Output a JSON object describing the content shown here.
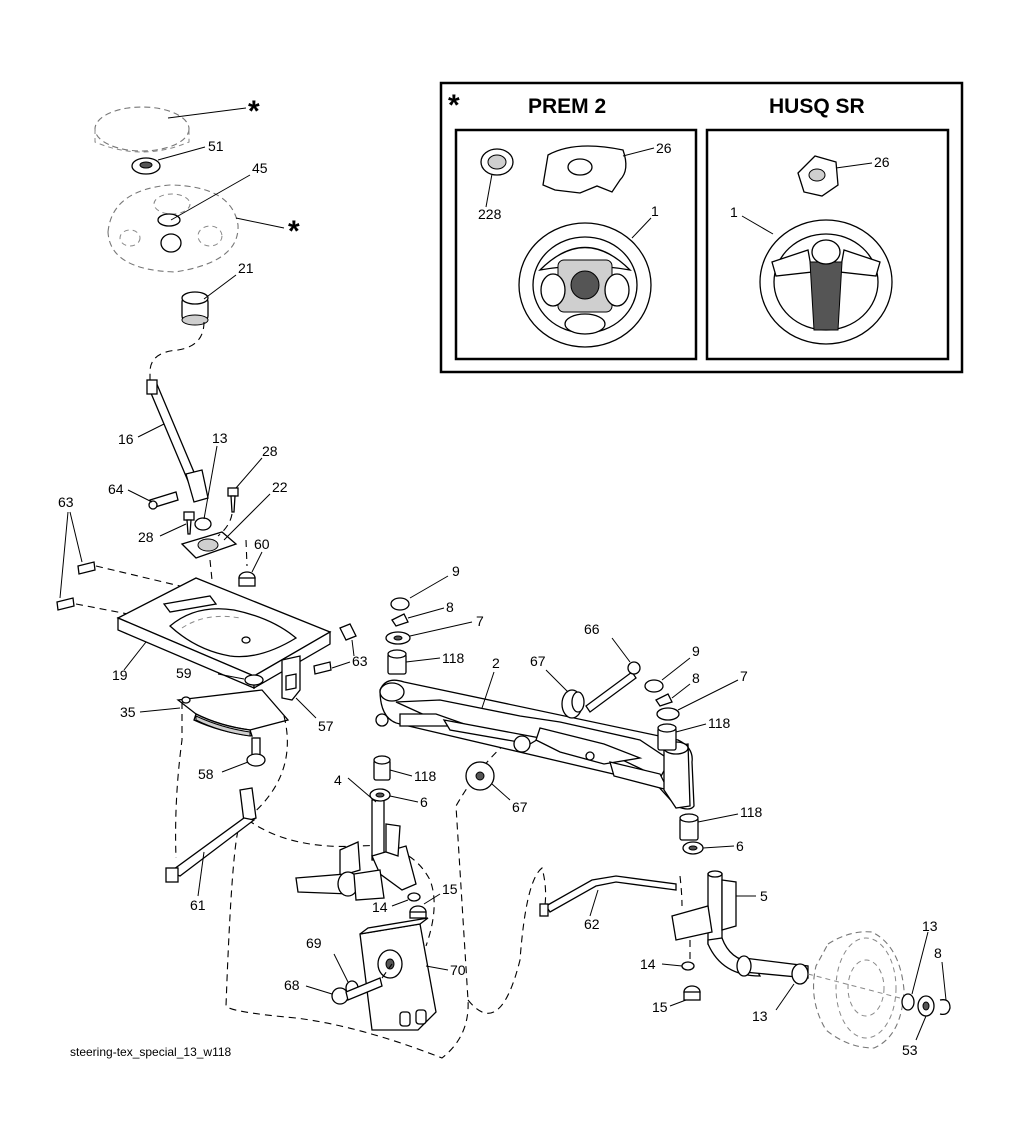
{
  "caption": "steering-tex_special_13_w118",
  "inset": {
    "marker": "*",
    "left_title": "PREM 2",
    "right_title": "HUSQ SR",
    "left_labels": [
      "26",
      "228",
      "1"
    ],
    "right_labels": [
      "26",
      "1"
    ]
  },
  "callouts": {
    "star_top": "*",
    "c51": "51",
    "c45": "45",
    "star_wheel": "*",
    "c21": "21",
    "c16": "16",
    "c13a": "13",
    "c28a": "28",
    "c64": "64",
    "c22": "22",
    "c28b": "28",
    "c63a": "63",
    "c60": "60",
    "c19": "19",
    "c63b": "63",
    "c59": "59",
    "c35": "35",
    "c57": "57",
    "c58": "58",
    "c9a": "9",
    "c8a": "8",
    "c7a": "7",
    "c118a": "118",
    "c2": "2",
    "c66": "66",
    "c67a": "67",
    "c9b": "9",
    "c8b": "8",
    "c7b": "7",
    "c118b": "118",
    "c4": "4",
    "c118c": "118",
    "c6a": "6",
    "c67b": "67",
    "c118d": "118",
    "c6b": "6",
    "c5": "5",
    "c61": "61",
    "c14a": "14",
    "c15a": "15",
    "c62": "62",
    "c69": "69",
    "c70": "70",
    "c68": "68",
    "c14b": "14",
    "c15b": "15",
    "c13b": "13",
    "c13c": "13",
    "c8c": "8",
    "c53": "53"
  }
}
